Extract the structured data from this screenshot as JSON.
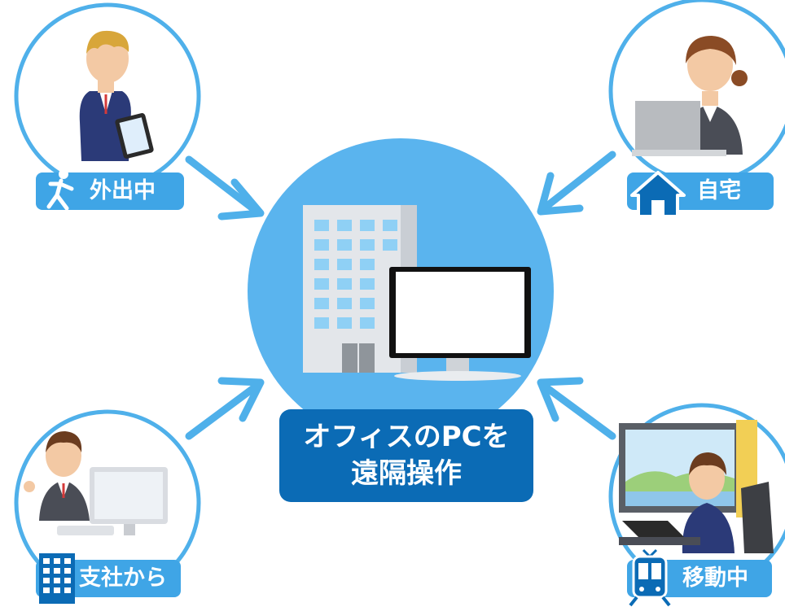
{
  "center": {
    "line1": "オフィスのPCを",
    "line2": "遠隔操作"
  },
  "locations": {
    "outside": {
      "label": "外出中",
      "icon": "running-person-icon"
    },
    "home": {
      "label": "自宅",
      "icon": "house-icon"
    },
    "branch": {
      "label": "支社から",
      "icon": "office-building-icon"
    },
    "moving": {
      "label": "移動中",
      "icon": "train-icon"
    }
  },
  "colors": {
    "accent": "#4fb0ea",
    "center_circle": "#5ab4ee",
    "label_box": "#0b6bb5",
    "tag": "#3fa5e6"
  }
}
